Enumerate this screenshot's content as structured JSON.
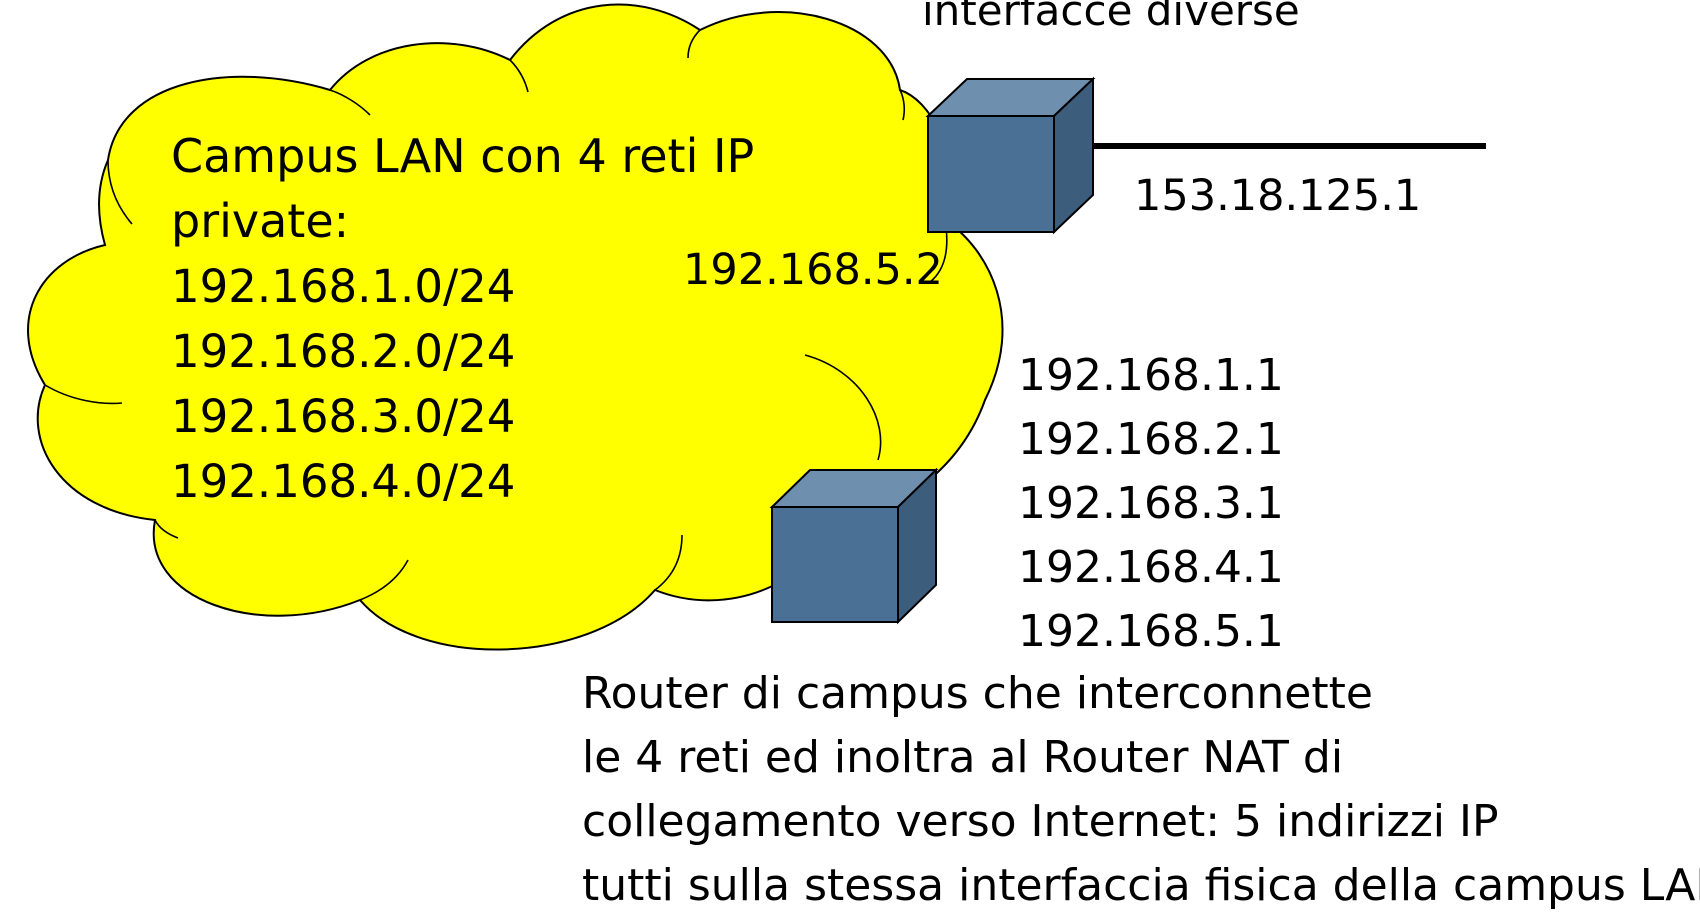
{
  "top_text": "interfacce diverse",
  "cloud": {
    "title_lines": [
      "Campus LAN con 4 reti IP",
      "private:"
    ],
    "networks": [
      "192.168.1.0/24",
      "192.168.2.0/24",
      "192.168.3.0/24",
      "192.168.4.0/24"
    ]
  },
  "nat_router": {
    "internal_ip": "192.168.5.2",
    "external_ip": "153.18.125.1"
  },
  "campus_router": {
    "addresses": [
      "192.168.1.1",
      "192.168.2.1",
      "192.168.3.1",
      "192.168.4.1",
      "192.168.5.1"
    ],
    "caption_lines": [
      "Router di campus che interconnette",
      "le 4 reti ed inoltra al Router NAT di",
      "collegamento verso Internet: 5 indirizzi IP",
      "tutti sulla stessa interfaccia fisica della campus LAN"
    ]
  },
  "colors": {
    "cloud_fill": "#ffff00",
    "router_front": "#4a7095",
    "router_top": "#6f8fae",
    "router_side": "#3c5d7c"
  }
}
